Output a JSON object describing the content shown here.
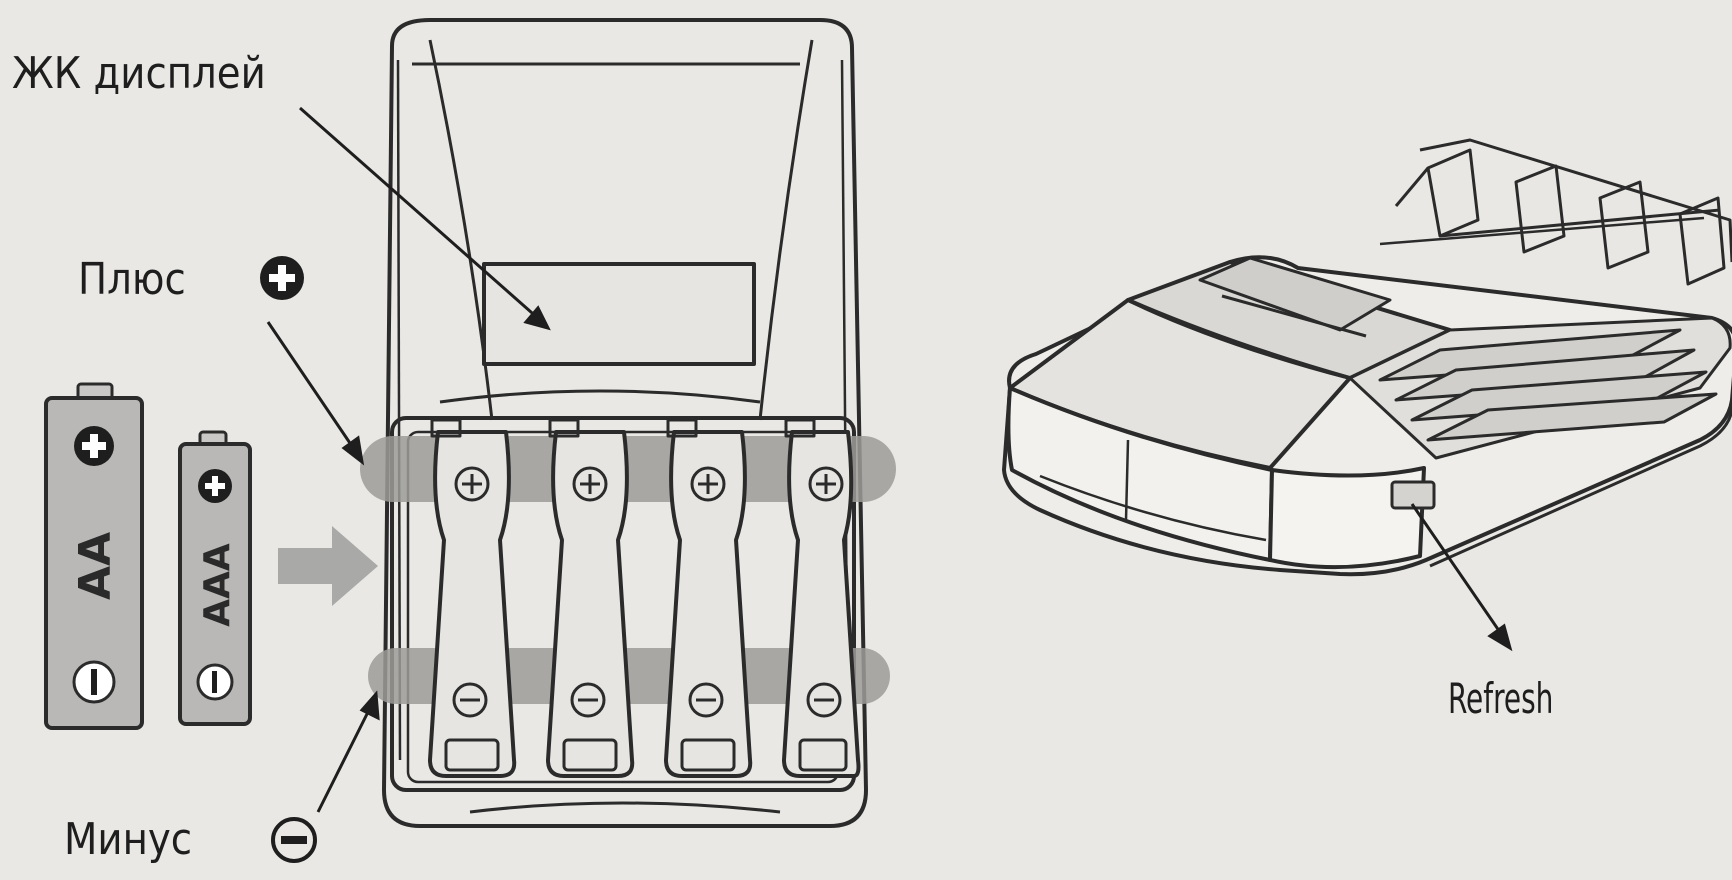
{
  "labels": {
    "lcd": "ЖК дисплей",
    "plus": "Плюс",
    "minus": "Минус",
    "refresh": "Refresh"
  },
  "batteries": [
    {
      "type": "AA"
    },
    {
      "type": "AAA"
    }
  ],
  "charger": {
    "slot_count": 4
  },
  "colors": {
    "background": "#e9e8e4",
    "line": "#2b2b2b",
    "battery_fill": "#b9b8b6",
    "highlight_band": "#9c9b98",
    "arrow_fill": "#a9a9a7"
  },
  "icons": [
    "plus-icon",
    "minus-icon",
    "arrow-right-icon"
  ]
}
